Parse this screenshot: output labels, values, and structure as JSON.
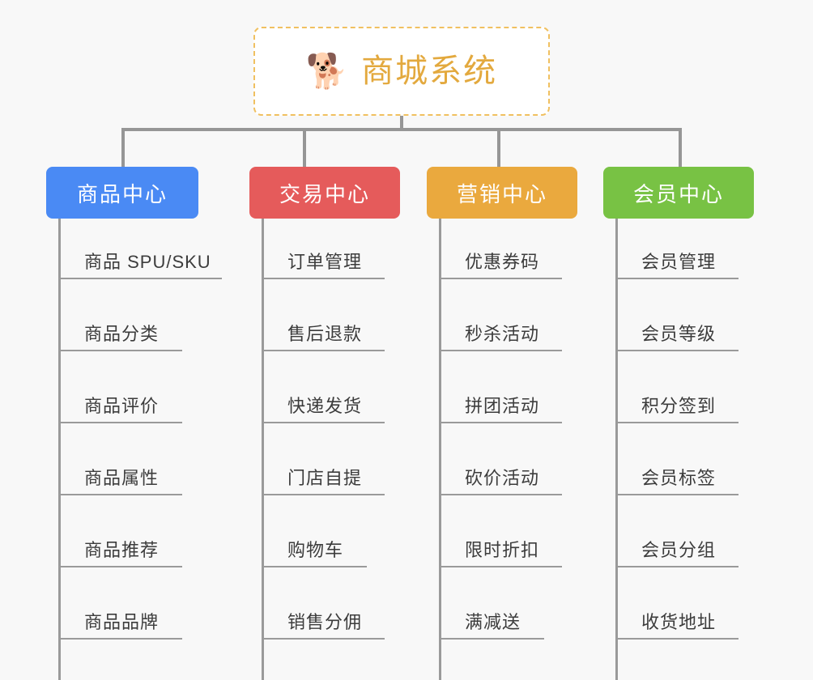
{
  "page": {
    "background_color": "#f8f8f8"
  },
  "root": {
    "icon": "shiba-dog-face-icon",
    "emoji": "🐕",
    "title": "商城系统",
    "border_color": "#f0c060",
    "title_color": "#e3a93e"
  },
  "connector": {
    "color": "#969696"
  },
  "columns": [
    {
      "id": "product-center",
      "label": "商品中心",
      "color": "#4a8af4",
      "items": [
        "商品 SPU/SKU",
        "商品分类",
        "商品评价",
        "商品属性",
        "商品推荐",
        "商品品牌"
      ]
    },
    {
      "id": "trade-center",
      "label": "交易中心",
      "color": "#e55b5b",
      "items": [
        "订单管理",
        "售后退款",
        "快递发货",
        "门店自提",
        "购物车",
        "销售分佣"
      ]
    },
    {
      "id": "marketing-center",
      "label": "营销中心",
      "color": "#eaa93e",
      "items": [
        "优惠券码",
        "秒杀活动",
        "拼团活动",
        "砍价活动",
        "限时折扣",
        "满减送"
      ]
    },
    {
      "id": "member-center",
      "label": "会员中心",
      "color": "#78c244",
      "items": [
        "会员管理",
        "会员等级",
        "积分签到",
        "会员标签",
        "会员分组",
        "收货地址"
      ]
    }
  ]
}
